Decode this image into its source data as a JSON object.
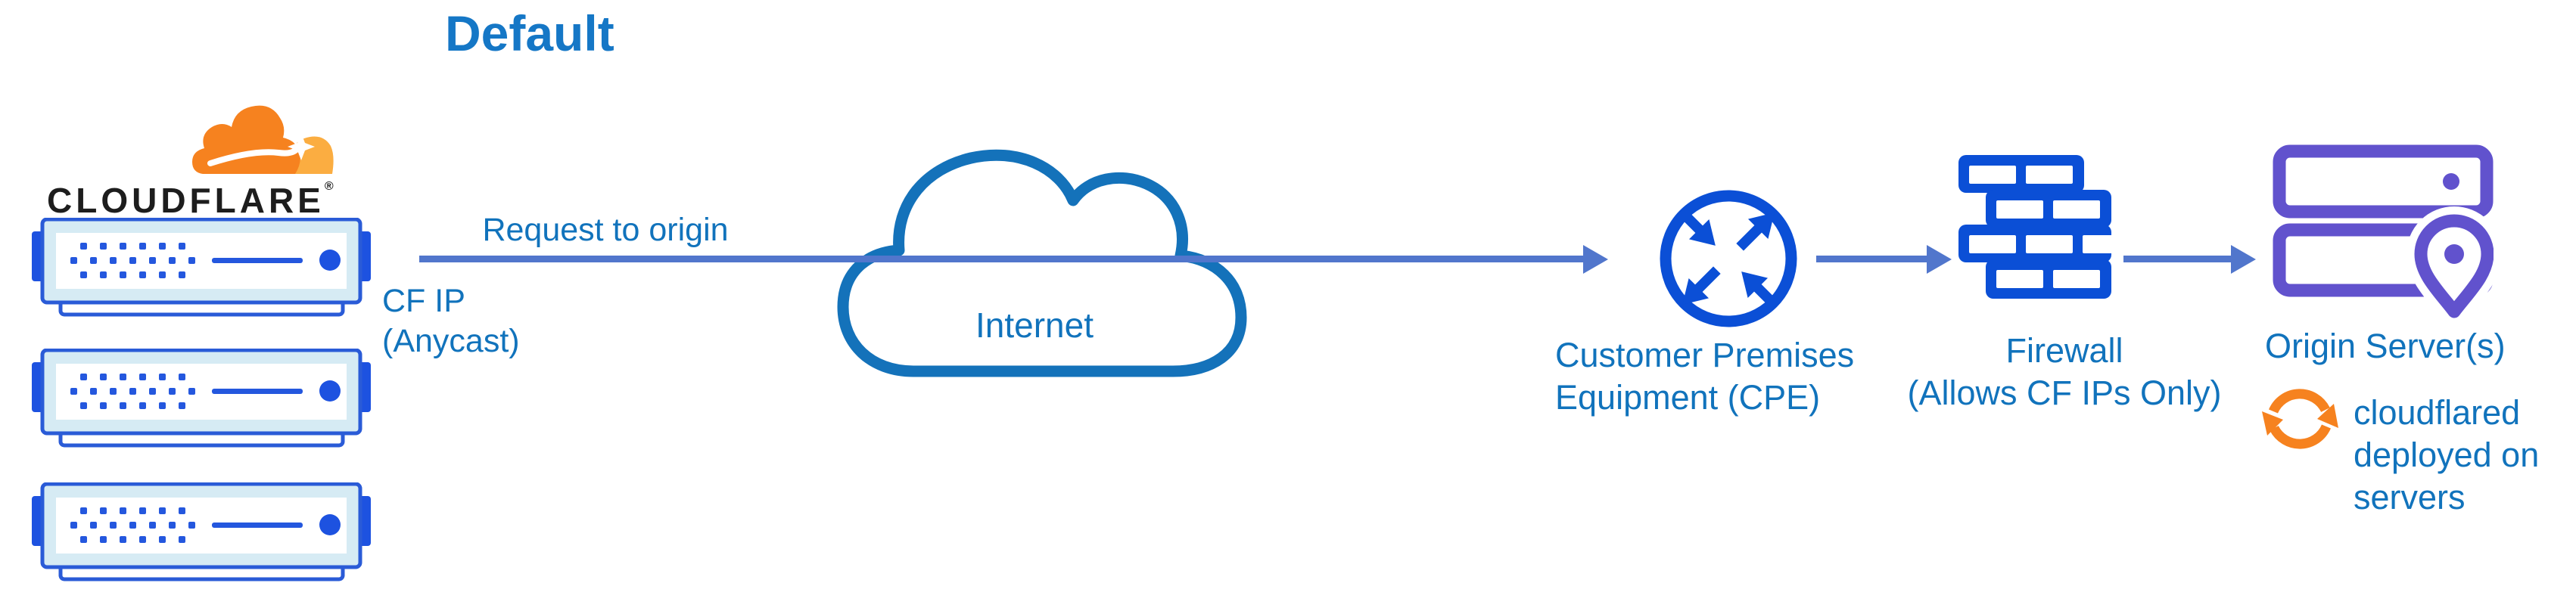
{
  "title": "Default",
  "brand": {
    "wordmark": "CLOUDFLARE",
    "registered_mark": "®"
  },
  "cloudflare_edge": {
    "server_count": 3
  },
  "flow": {
    "request_label": "Request to origin",
    "source_label_line1": "CF IP",
    "source_label_line2": "(Anycast)"
  },
  "internet": {
    "label": "Internet"
  },
  "cpe": {
    "label_line1": "Customer Premises",
    "label_line2": "Equipment (CPE)"
  },
  "firewall": {
    "label_line1": "Firewall",
    "label_line2": "(Allows CF IPs Only)"
  },
  "origin": {
    "label": "Origin Server(s)",
    "note_line1": "cloudflared",
    "note_line2": "deployed on",
    "note_line3": "servers"
  },
  "icons": {
    "cloudflare-logo-icon": "orange cloudflare cloud logo",
    "edge-server-icon": "blue rack server unit (x3)",
    "internet-cloud-icon": "blue outlined cloud",
    "flow-arrow-icon": "right-pointing connector arrow",
    "cpe-router-icon": "circle with four diagonal arrows",
    "firewall-icon": "blue brick wall",
    "origin-server-icon": "purple stacked servers",
    "location-pin-icon": "purple map pin on server",
    "sync-icon": "orange circular refresh arrows"
  },
  "colors": {
    "title_blue": "#1577c6",
    "label_blue": "#1173bc",
    "connector_blue": "#5176cc",
    "icon_blue": "#0b4fd6",
    "server_tab_blue": "#1d52e0",
    "server_frame_stroke": "#2a5bd7",
    "server_fill_light": "#d6ebf4",
    "server_dot_blue": "#2457de",
    "cloud_stroke": "#1472ba",
    "origin_purple": "#6152cd",
    "cloudflare_orange": "#f6821f",
    "cloudflare_orange_light": "#fbad41",
    "wordmark_black": "#1d1d1d"
  }
}
